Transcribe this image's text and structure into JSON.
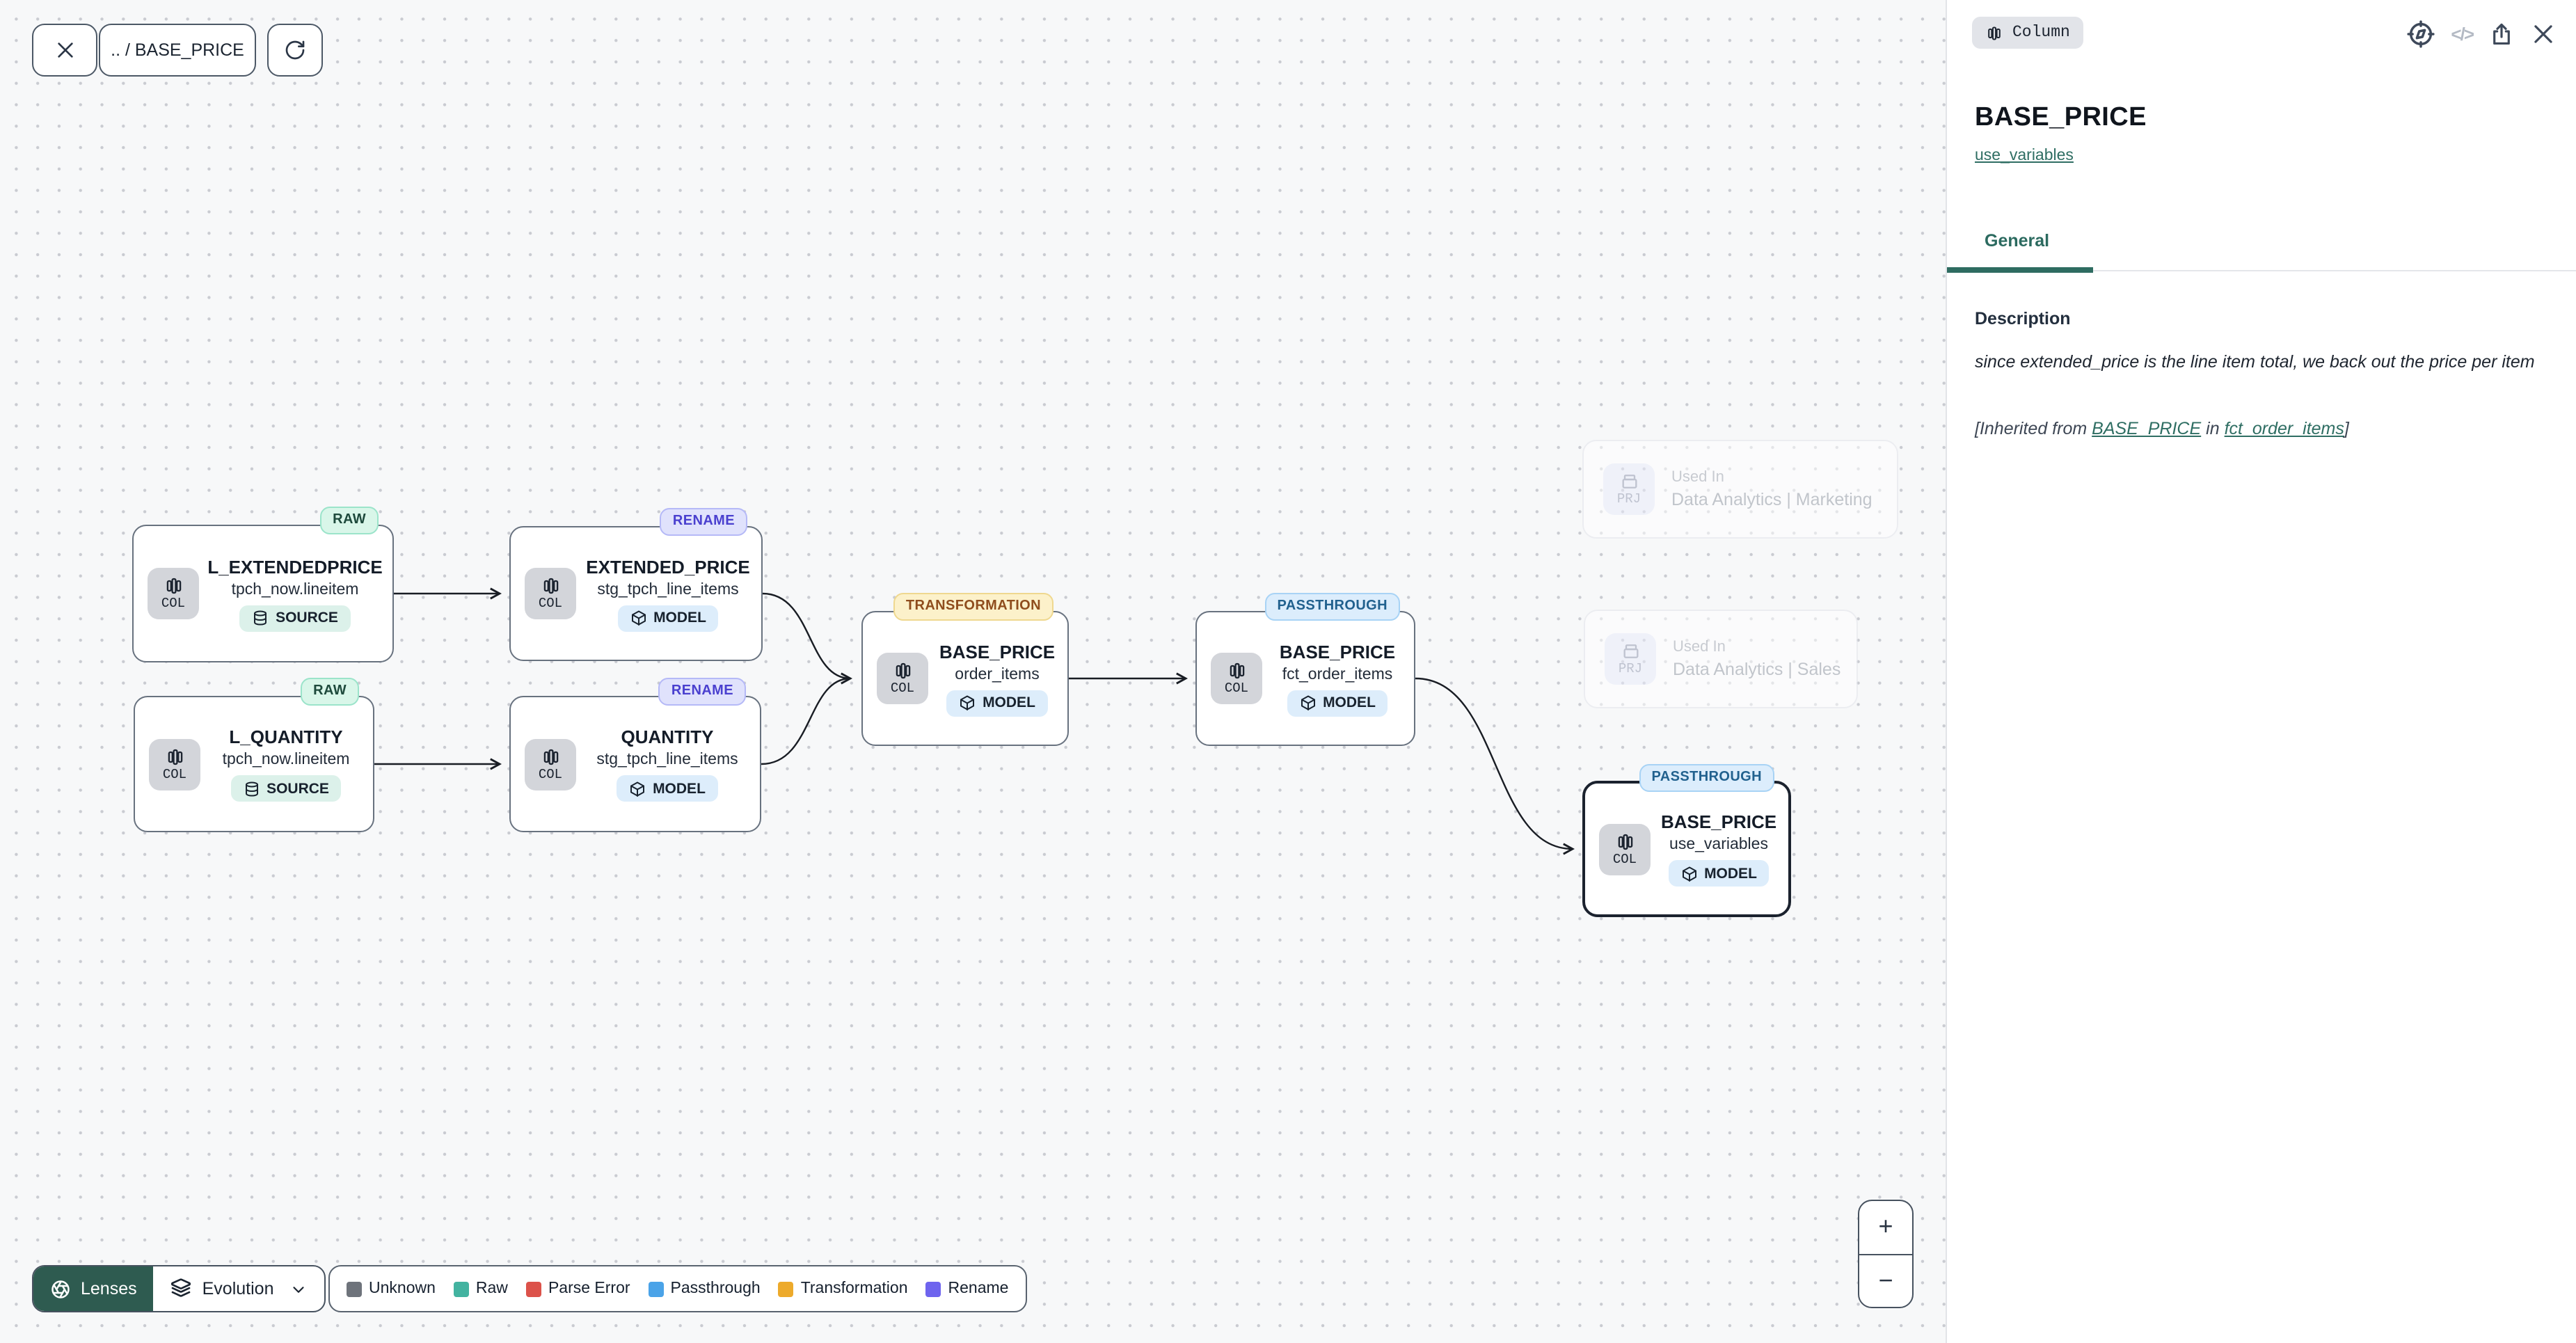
{
  "toolbar": {
    "breadcrumb": ".. / BASE_PRICE"
  },
  "canvas": {
    "nodes": [
      {
        "badge": "RAW",
        "kind": "COL",
        "title": "L_EXTENDEDPRICE",
        "subtitle": "tpch_now.lineitem",
        "chip": "SOURCE"
      },
      {
        "badge": "RENAME",
        "kind": "COL",
        "title": "EXTENDED_PRICE",
        "subtitle": "stg_tpch_line_items",
        "chip": "MODEL"
      },
      {
        "badge": "RAW",
        "kind": "COL",
        "title": "L_QUANTITY",
        "subtitle": "tpch_now.lineitem",
        "chip": "SOURCE"
      },
      {
        "badge": "RENAME",
        "kind": "COL",
        "title": "QUANTITY",
        "subtitle": "stg_tpch_line_items",
        "chip": "MODEL"
      },
      {
        "badge": "TRANSFORMATION",
        "kind": "COL",
        "title": "BASE_PRICE",
        "subtitle": "order_items",
        "chip": "MODEL"
      },
      {
        "badge": "PASSTHROUGH",
        "kind": "COL",
        "title": "BASE_PRICE",
        "subtitle": "fct_order_items",
        "chip": "MODEL"
      },
      {
        "badge": "PASSTHROUGH",
        "kind": "COL",
        "title": "BASE_PRICE",
        "subtitle": "use_variables",
        "chip": "MODEL"
      }
    ],
    "used_in": [
      {
        "kind": "PRJ",
        "label": "Used In",
        "name": "Data Analytics | Marketing"
      },
      {
        "kind": "PRJ",
        "label": "Used In",
        "name": "Data Analytics | Sales"
      }
    ]
  },
  "lenses": {
    "label": "Lenses",
    "mode": "Evolution"
  },
  "legend": {
    "items": [
      {
        "label": "Unknown",
        "color": "#6e737b"
      },
      {
        "label": "Raw",
        "color": "#43b3a0"
      },
      {
        "label": "Parse Error",
        "color": "#dc524a"
      },
      {
        "label": "Passthrough",
        "color": "#4aa3e8"
      },
      {
        "label": "Transformation",
        "color": "#edaa2b"
      },
      {
        "label": "Rename",
        "color": "#6e64ee"
      }
    ]
  },
  "zoom_controls": {
    "zoom_in": "+",
    "zoom_out": "−"
  },
  "panel": {
    "type_badge": "Column",
    "title": "BASE_PRICE",
    "model_link": "use_variables",
    "tabs": [
      {
        "label": "General"
      }
    ],
    "description": {
      "heading": "Description",
      "body": "since extended_price is the line item total, we back out the price per item",
      "inherited_prefix": "[Inherited from",
      "inherited_link_column": "BASE_PRICE",
      "inherited_mid": "in",
      "inherited_link_model": "fct_order_items",
      "inherited_suffix": "]"
    }
  },
  "icons": {
    "close": "x",
    "refresh": "rotate-cw",
    "columns": "columns",
    "database": "database",
    "cube": "box",
    "archive": "archive",
    "aperture": "aperture",
    "layers": "layers",
    "chevron_down": "chevron-down",
    "compass": "compass",
    "code": "</>",
    "share": "share-export"
  },
  "colors": {
    "accent_teal": "#2e5b50",
    "link": "#2f6e63",
    "raw_badge": "#d9f6e9",
    "rename_badge": "#e0e2fc",
    "transformation_badge": "#fcf1ca",
    "passthrough_badge": "#dcedfc",
    "canvas_bg": "#f7f8f9"
  }
}
